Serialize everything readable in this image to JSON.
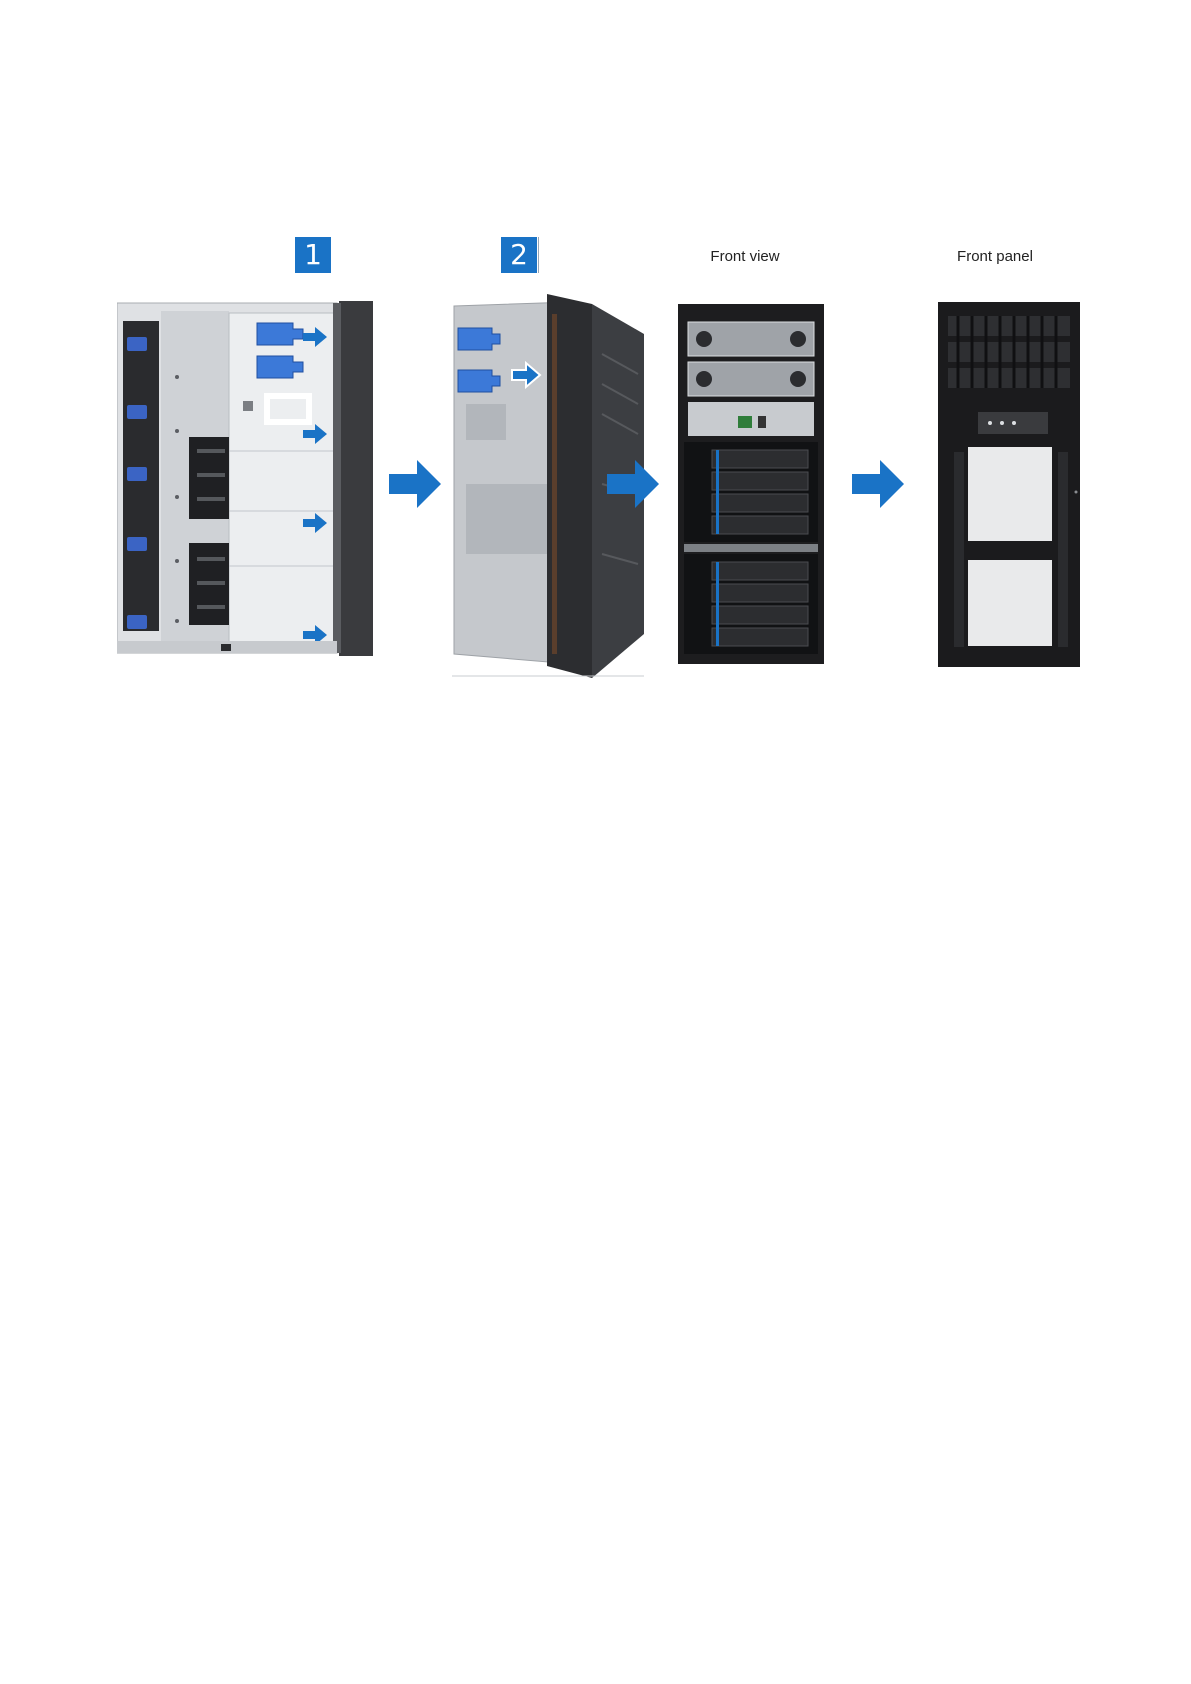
{
  "figure": {
    "step1_label": "1",
    "step2_label": "2",
    "front_view_caption": "Front view",
    "front_panel_caption": "Front panel"
  },
  "colors": {
    "accent_blue": "#1a73c6",
    "chassis_dark": "#1d1d1f",
    "chassis_light": "#c9ccd0"
  },
  "icons": {
    "flow_arrow": "right-arrow-icon",
    "callout_arrow": "small-right-arrow-icon"
  }
}
